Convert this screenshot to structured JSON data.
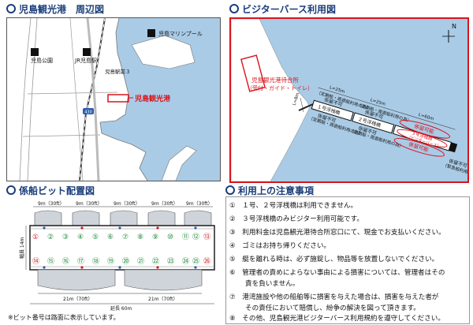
{
  "titles": {
    "area_map": "児島観光港　周辺図",
    "visitor_berth": "ビジターバース利用図",
    "bitt_layout": "係船ビット配置図",
    "notes": "利用上の注意事項"
  },
  "area_map": {
    "labels": {
      "marina_pool": "児島マリンプール",
      "park": "児島公園",
      "station": "JR児島駅",
      "station_street": "児島駅前３",
      "port": "児島観光港",
      "route": "430"
    },
    "colors": {
      "sea": "#a9cbe6",
      "highlight": "#d8141c"
    }
  },
  "berth_map": {
    "terminal": [
      "児島観光港待合所",
      "（受付・ガイド・トイレ）"
    ],
    "dimensions": {
      "l25a": "L=25m",
      "l25b": "L=25m",
      "l60": "L=60m",
      "l8": "L=8m"
    },
    "pontoons": {
      "p1": "１号浮桟橋",
      "p2": "２号浮桟橋"
    },
    "visitor": {
      "ok1": "係留可能",
      "center": [
        "３号浮桟橋",
        "（ビジターバース）"
      ],
      "ok2": "係留可能"
    },
    "restrictions": {
      "regular1": [
        "（定期船・周遊船利用の為）",
        "係留不可"
      ],
      "regular2": [
        "（定期船・周遊船利用の為）",
        "係留不可"
      ],
      "ngA": [
        "係留不可",
        "（定期船・周遊船利用の為）"
      ],
      "ngB": [
        "係留不可",
        "（定期船・周遊船利用の為）"
      ],
      "emergency": [
        "係留不可",
        "（緊急船利用の為）"
      ]
    },
    "north": "N"
  },
  "bitt_layout": {
    "top_spans": [
      "9m（30ft）",
      "9m（30ft）",
      "9m（30ft）",
      "9m（30ft）",
      "9m（30ft）"
    ],
    "width_label": "幅員 14m",
    "bitts_row1": [
      "①",
      "②",
      "③",
      "④",
      "⑤",
      "⑥",
      "⑦",
      "⑧",
      "⑨",
      "⑩",
      "⑪",
      "⑫",
      "⑬"
    ],
    "bitts_row2": [
      "⑭",
      "⑮",
      "⑯",
      "⑰",
      "⑱",
      "⑲",
      "⑳",
      "㉑",
      "㉒",
      "㉓",
      "㉔",
      "㉕",
      "㉖"
    ],
    "bottom_spans": [
      "21m（70ft）",
      "21m（70ft）"
    ],
    "length_label": "延長 60m",
    "footnote": "※ビット番号は路面に表示しています。"
  },
  "notes": [
    "①　１号、２号浮桟橋は利用できません。",
    "②　３号浮桟橋のみビジター利用可能です。",
    "③　利用料金は児島観光港待合所窓口にて、現金でお支払いください。",
    "④　ゴミはお持ち帰りください。",
    "⑤　艇を離れる時は、必ず施錠し、物品等を放置しないでください。",
    "⑥　管理者の責めによらない事由による損害については、管理者はその",
    "⑦　港湾施設や他の船舶等に損害を与えた場合は、損害を与えた者が",
    "⑧　その他、児島観光港ビジターバース利用規約を遵守してください。"
  ],
  "notes_cont": {
    "n6": "責を負いません。",
    "n7": "その責任において賠償し、紛争の解決を図って頂きます。"
  }
}
